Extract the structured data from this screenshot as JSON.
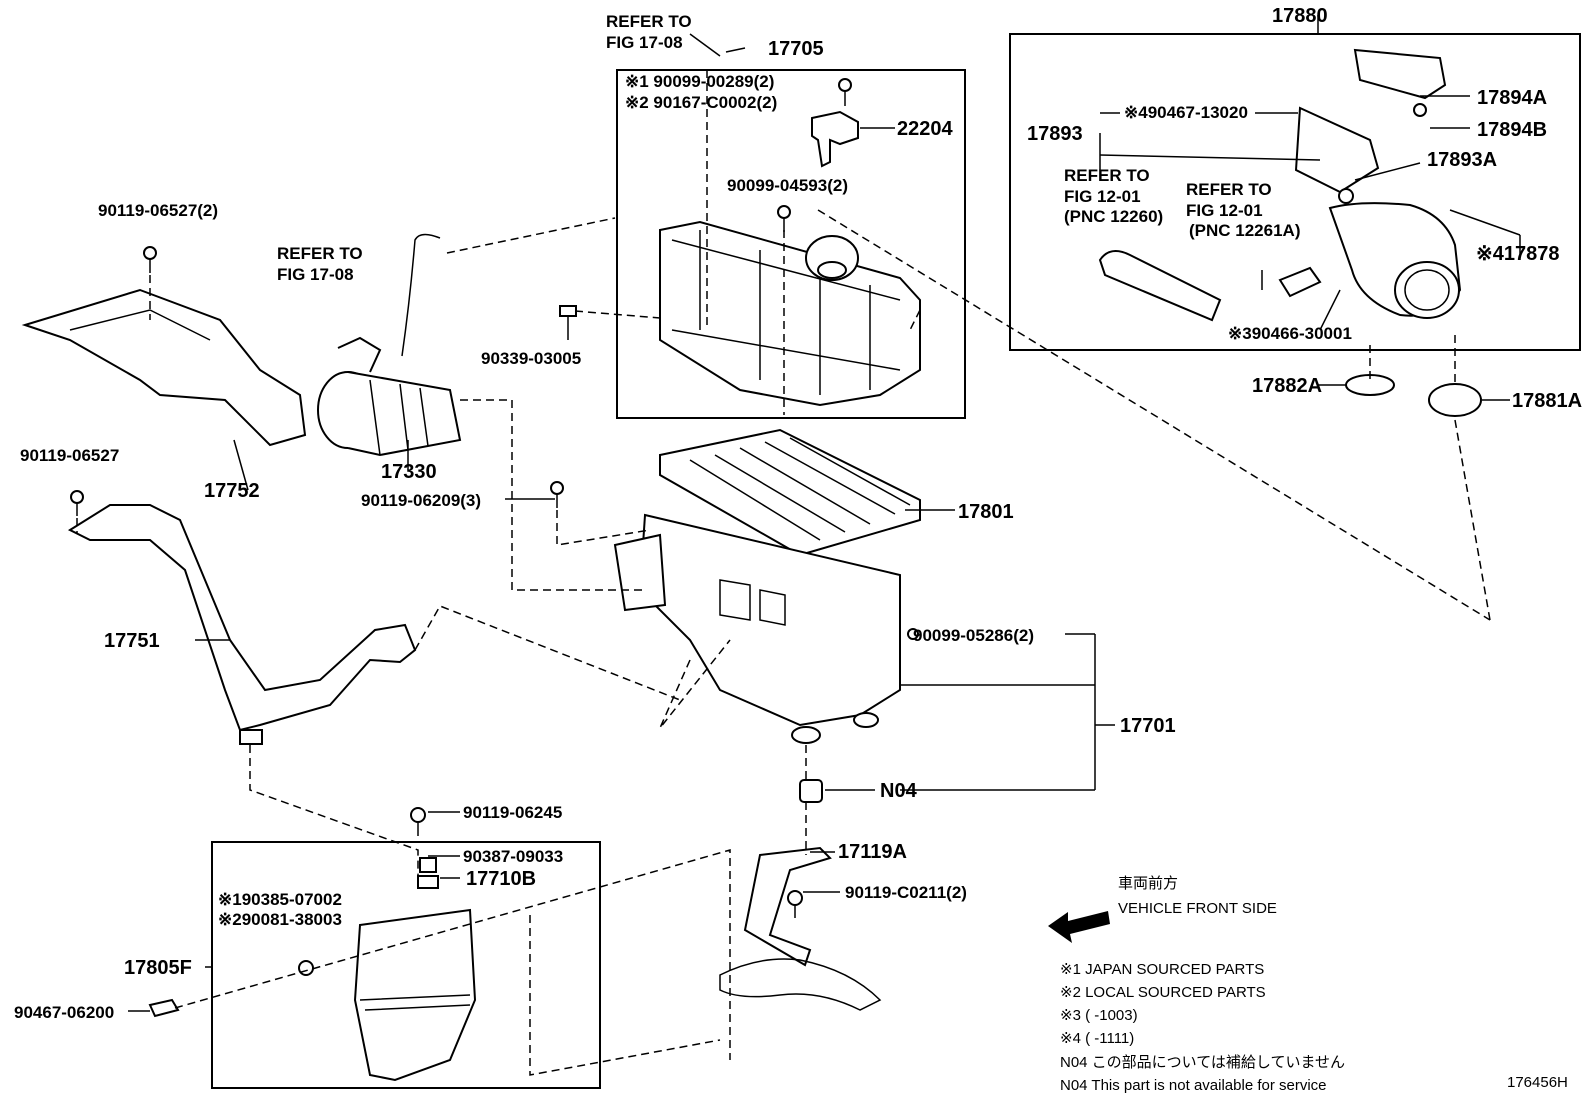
{
  "diagram_id": "176456H",
  "callouts": {
    "refer_fig_17_08_top": "REFER TO",
    "refer_fig_17_08_top_2": "FIG 17-08",
    "p17705": "17705",
    "j1_bolt": "※1 90099-00289(2)",
    "j2_bolt": "※2 90167-C0002(2)",
    "p22204": "22204",
    "p90099_04593": "90099-04593(2)",
    "p90339_03005": "90339-03005",
    "p90119_06527_2": "90119-06527(2)",
    "refer_fig_17_08_mid": "REFER TO",
    "refer_fig_17_08_mid_2": "FIG 17-08",
    "p17752": "17752",
    "p17330": "17330",
    "p90119_06209": "90119-06209(3)",
    "p17801": "17801",
    "p90119_06527": "90119-06527",
    "p17751": "17751",
    "p90099_05286": "90099-05286(2)",
    "p17701": "17701",
    "pN04": "N04",
    "p90119_06245": "90119-06245",
    "p90387_09033": "90387-09033",
    "p17710B": "17710B",
    "p17119A": "17119A",
    "j1_90385": "※190385-07002",
    "j2_90081": "※290081-38003",
    "p90119_C0211": "90119-C0211(2)",
    "p17805F": "17805F",
    "p90467_06200": "90467-06200",
    "p17880": "17880",
    "p17894A": "17894A",
    "p17894B": "17894B",
    "p17893": "17893",
    "j4_90467": "※490467-13020",
    "p17893A": "17893A",
    "refer_fig_12_01_a": "REFER TO",
    "refer_fig_12_01_a_2": "FIG 12-01",
    "pnc_12260": "(PNC 12260)",
    "refer_fig_12_01_b": "REFER TO",
    "refer_fig_12_01_b_2": "FIG 12-01",
    "pnc_12261A": "(PNC 12261A)",
    "j4_17878": "※417878",
    "j3_90466": "※390466-30001",
    "p17882A": "17882A",
    "p17881A": "17881A"
  },
  "legend": {
    "front_jp": "車両前方",
    "front_en": "VEHICLE FRONT SIDE",
    "note1": "※1 JAPAN SOURCED PARTS",
    "note2": "※2 LOCAL SOURCED PARTS",
    "note3": "※3 (        -1003)",
    "note4": "※4 (        -1111)",
    "n04_jp": "N04  この部品については補給していません",
    "n04_en": "N04  This part is not available for service"
  }
}
